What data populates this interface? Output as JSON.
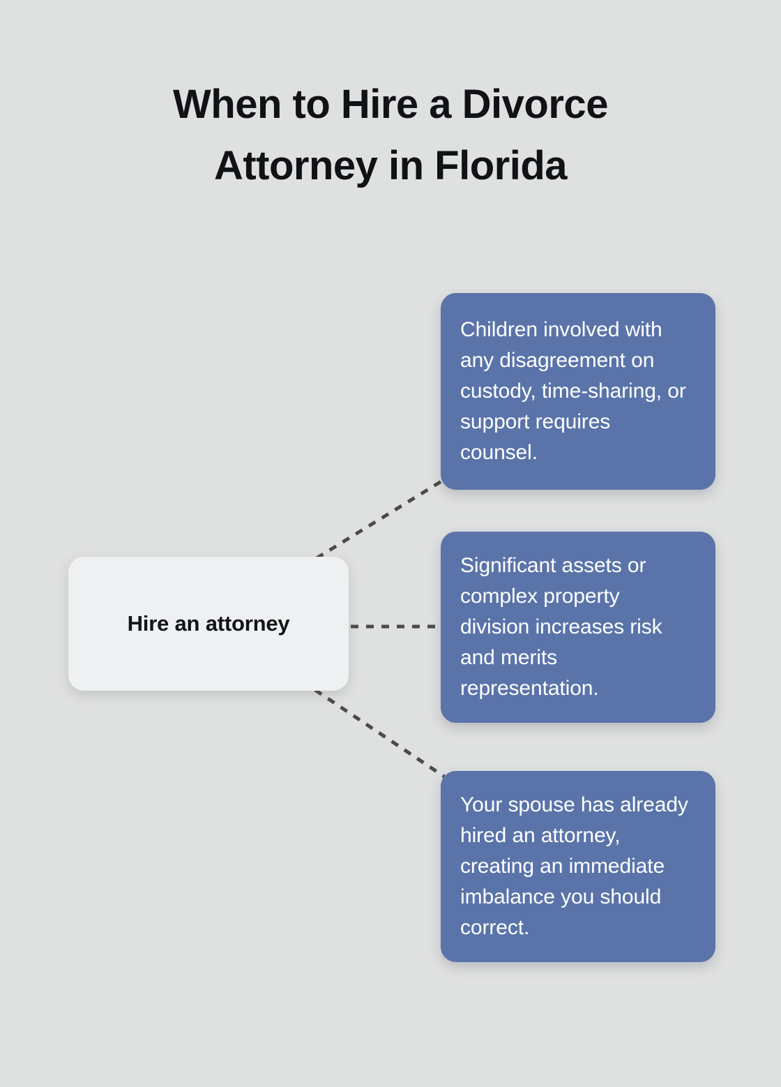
{
  "page": {
    "title": "When to Hire a Divorce Attorney in Florida",
    "background_color": "#dfe0e0"
  },
  "colors": {
    "background": "#dfe0e0",
    "branch_card": "#5a74aa",
    "center_node": "#eef0f2",
    "title_text": "#111215",
    "branch_text": "#ffffff",
    "connector": "#4a4a4a"
  },
  "diagram": {
    "type": "mind-map",
    "center": {
      "label": "Hire an attorney"
    },
    "branches": [
      {
        "id": "children-custody",
        "text": "Children involved with any disagreement on custody, time-sharing, or support requires counsel."
      },
      {
        "id": "significant-assets",
        "text": "Significant assets or complex property division increases risk and merits representation."
      },
      {
        "id": "spouse-hired-attorney",
        "text": "Your spouse has already hired an attorney, creating an immediate imbalance you should correct."
      }
    ],
    "connectors": [
      {
        "id": "center-to-branch-0",
        "style": "dashed",
        "from": "center",
        "to": "children-custody"
      },
      {
        "id": "center-to-branch-1",
        "style": "dashed",
        "from": "center",
        "to": "significant-assets"
      },
      {
        "id": "center-to-branch-2",
        "style": "dashed",
        "from": "center",
        "to": "spouse-hired-attorney"
      }
    ]
  }
}
